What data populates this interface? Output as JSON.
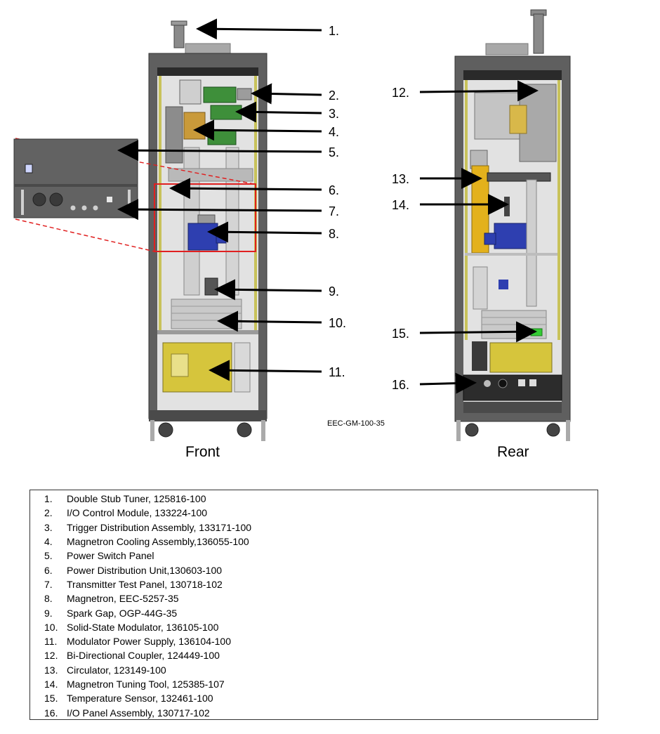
{
  "views": {
    "front": "Front",
    "rear": "Rear"
  },
  "drawing_code": "EEC-GM-100-35",
  "callouts": {
    "c1": "1.",
    "c2": "2.",
    "c3": "3.",
    "c4": "4.",
    "c5": "5.",
    "c6": "6.",
    "c7": "7.",
    "c8": "8.",
    "c9": "9.",
    "c10": "10.",
    "c11": "11.",
    "c12": "12.",
    "c13": "13.",
    "c14": "14.",
    "c15": "15.",
    "c16": "16."
  },
  "legend": [
    {
      "num": "1.",
      "text": "Double Stub Tuner, 125816-100"
    },
    {
      "num": "2.",
      "text": "I/O Control Module, 133224-100"
    },
    {
      "num": "3.",
      "text": "Trigger Distribution Assembly, 133171-100"
    },
    {
      "num": "4.",
      "text": "Magnetron Cooling Assembly,136055-100"
    },
    {
      "num": "5.",
      "text": "Power Switch Panel"
    },
    {
      "num": "6.",
      "text": "Power Distribution Unit,130603-100"
    },
    {
      "num": "7.",
      "text": "Transmitter Test Panel, 130718-102"
    },
    {
      "num": "8.",
      "text": "Magnetron, EEC-5257-35"
    },
    {
      "num": "9.",
      "text": "Spark Gap, OGP-44G-35"
    },
    {
      "num": "10.",
      "text": "Solid-State Modulator, 136105-100"
    },
    {
      "num": "11.",
      "text": "Modulator Power Supply, 136104-100"
    },
    {
      "num": "12.",
      "text": "Bi-Directional Coupler, 124449-100"
    },
    {
      "num": "13.",
      "text": "Circulator, 123149-100"
    },
    {
      "num": "14.",
      "text": "Magnetron Tuning Tool, 125385-107"
    },
    {
      "num": "15.",
      "text": "Temperature Sensor, 132461-100"
    },
    {
      "num": "16.",
      "text": "I/O Panel Assembly, 130717-102"
    }
  ],
  "colors": {
    "cabinet": "#5f5f5f",
    "interior": "#e2e2e2",
    "transformer": "#d6c53c",
    "magnetron": "#2e3fb0",
    "circulator": "#e3b11c",
    "pcb_green": "#3e8f3a",
    "highlight_red": "#e02020",
    "sensor_green": "#33cc33"
  }
}
